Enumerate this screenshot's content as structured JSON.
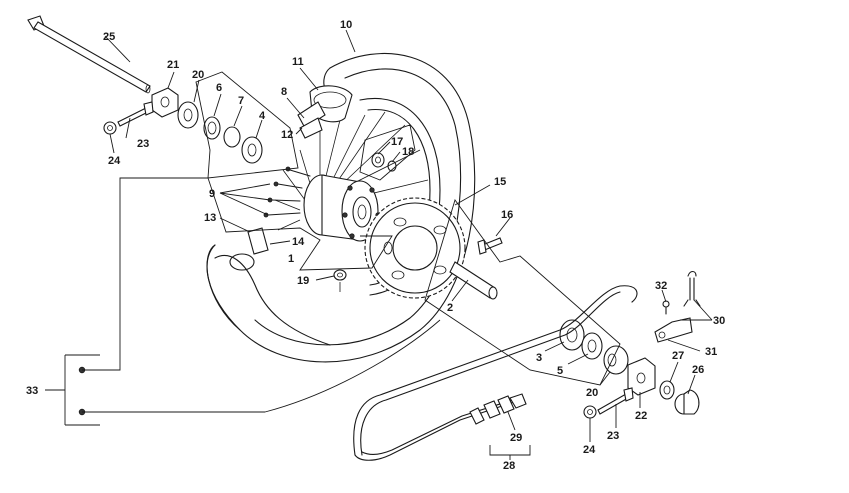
{
  "diagram": {
    "callouts": [
      {
        "id": "c1",
        "text": "1"
      },
      {
        "id": "c2",
        "text": "2"
      },
      {
        "id": "c3",
        "text": "3"
      },
      {
        "id": "c4",
        "text": "4"
      },
      {
        "id": "c5",
        "text": "5"
      },
      {
        "id": "c6",
        "text": "6"
      },
      {
        "id": "c7",
        "text": "7"
      },
      {
        "id": "c8",
        "text": "8"
      },
      {
        "id": "c9",
        "text": "9"
      },
      {
        "id": "c10",
        "text": "10"
      },
      {
        "id": "c11",
        "text": "11"
      },
      {
        "id": "c12",
        "text": "12"
      },
      {
        "id": "c13",
        "text": "13"
      },
      {
        "id": "c14",
        "text": "14"
      },
      {
        "id": "c15",
        "text": "15"
      },
      {
        "id": "c16",
        "text": "16"
      },
      {
        "id": "c17",
        "text": "17"
      },
      {
        "id": "c18",
        "text": "18"
      },
      {
        "id": "c19",
        "text": "19"
      },
      {
        "id": "c20a",
        "text": "20"
      },
      {
        "id": "c20b",
        "text": "20"
      },
      {
        "id": "c21",
        "text": "21"
      },
      {
        "id": "c22",
        "text": "22"
      },
      {
        "id": "c23a",
        "text": "23"
      },
      {
        "id": "c23b",
        "text": "23"
      },
      {
        "id": "c24a",
        "text": "24"
      },
      {
        "id": "c24b",
        "text": "24"
      },
      {
        "id": "c25",
        "text": "25"
      },
      {
        "id": "c26",
        "text": "26"
      },
      {
        "id": "c27",
        "text": "27"
      },
      {
        "id": "c28",
        "text": "28"
      },
      {
        "id": "c29",
        "text": "29"
      },
      {
        "id": "c30",
        "text": "30"
      },
      {
        "id": "c31",
        "text": "31"
      },
      {
        "id": "c32",
        "text": "32"
      },
      {
        "id": "c33",
        "text": "33"
      }
    ]
  }
}
